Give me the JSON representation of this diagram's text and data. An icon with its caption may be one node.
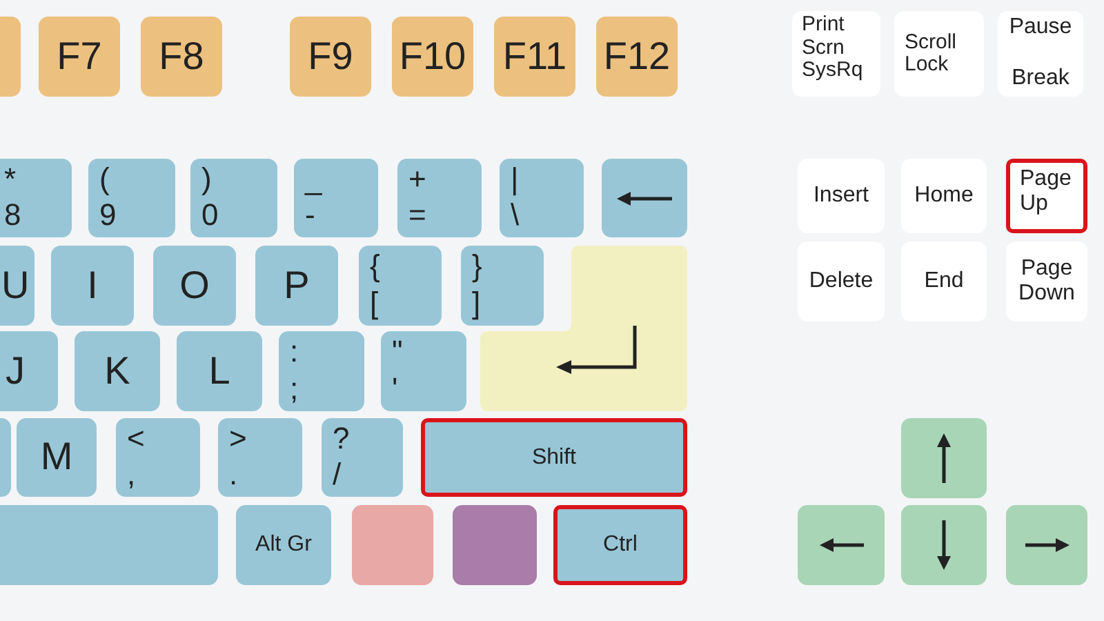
{
  "diagram": {
    "nodes": [
      {
        "text": [],
        "shape": "box"
      },
      {
        "text": [
          "F7"
        ]
      },
      {
        "text": [
          "F8"
        ]
      },
      {
        "text": [
          "F9"
        ]
      },
      {
        "text": [
          "F10"
        ]
      },
      {
        "text": [
          "F11"
        ]
      },
      {
        "text": [
          "F12"
        ]
      },
      {
        "text": [
          "Print Scrn SysRq"
        ]
      },
      {
        "text": [
          "Scroll Lock"
        ]
      },
      {
        "text": [
          "Pause",
          "Break"
        ]
      },
      {
        "text": [
          "*",
          "8"
        ]
      },
      {
        "text": [
          "(",
          "9"
        ]
      },
      {
        "text": [
          ")",
          "0"
        ]
      },
      {
        "text": [
          "_",
          "-"
        ]
      },
      {
        "text": [
          "+",
          "="
        ]
      },
      {
        "text": [
          "|",
          "\\"
        ]
      },
      {
        "text": [],
        "shape": "box"
      },
      {
        "text": [
          "Insert"
        ]
      },
      {
        "text": [
          "Home"
        ]
      },
      {
        "text": [
          "Page Up"
        ]
      },
      {
        "text": [
          "U"
        ]
      },
      {
        "text": [
          "I"
        ]
      },
      {
        "text": [
          "O"
        ]
      },
      {
        "text": [
          "P"
        ]
      },
      {
        "text": [
          "{",
          "["
        ]
      },
      {
        "text": [
          "}",
          "]"
        ]
      },
      {
        "text": [],
        "shape": "box"
      },
      {
        "text": [
          "Delete"
        ]
      },
      {
        "text": [
          "End"
        ]
      },
      {
        "text": [
          "Page Down"
        ]
      },
      {
        "text": [
          "J"
        ]
      },
      {
        "text": [
          "K"
        ]
      },
      {
        "text": [
          "L"
        ]
      },
      {
        "text": [
          ":",
          ";"
        ]
      },
      {
        "text": [
          "\"",
          "'"
        ]
      },
      {
        "text": [],
        "shape": "box"
      },
      {
        "text": [
          "M"
        ]
      },
      {
        "text": [
          "<",
          ","
        ]
      },
      {
        "text": [
          ">",
          "."
        ]
      },
      {
        "text": [
          "?",
          "/"
        ]
      },
      {
        "text": [
          "Shift"
        ]
      },
      {
        "text": [],
        "shape": "box"
      },
      {
        "text": [],
        "shape": "box"
      },
      {
        "text": [
          "Alt Gr"
        ]
      },
      {
        "text": [],
        "shape": "box"
      },
      {
        "text": [],
        "shape": "box"
      },
      {
        "text": [
          "Ctrl"
        ]
      },
      {
        "text": [],
        "shape": "box"
      },
      {
        "text": [],
        "shape": "box"
      },
      {
        "text": [],
        "shape": "box"
      }
    ]
  }
}
